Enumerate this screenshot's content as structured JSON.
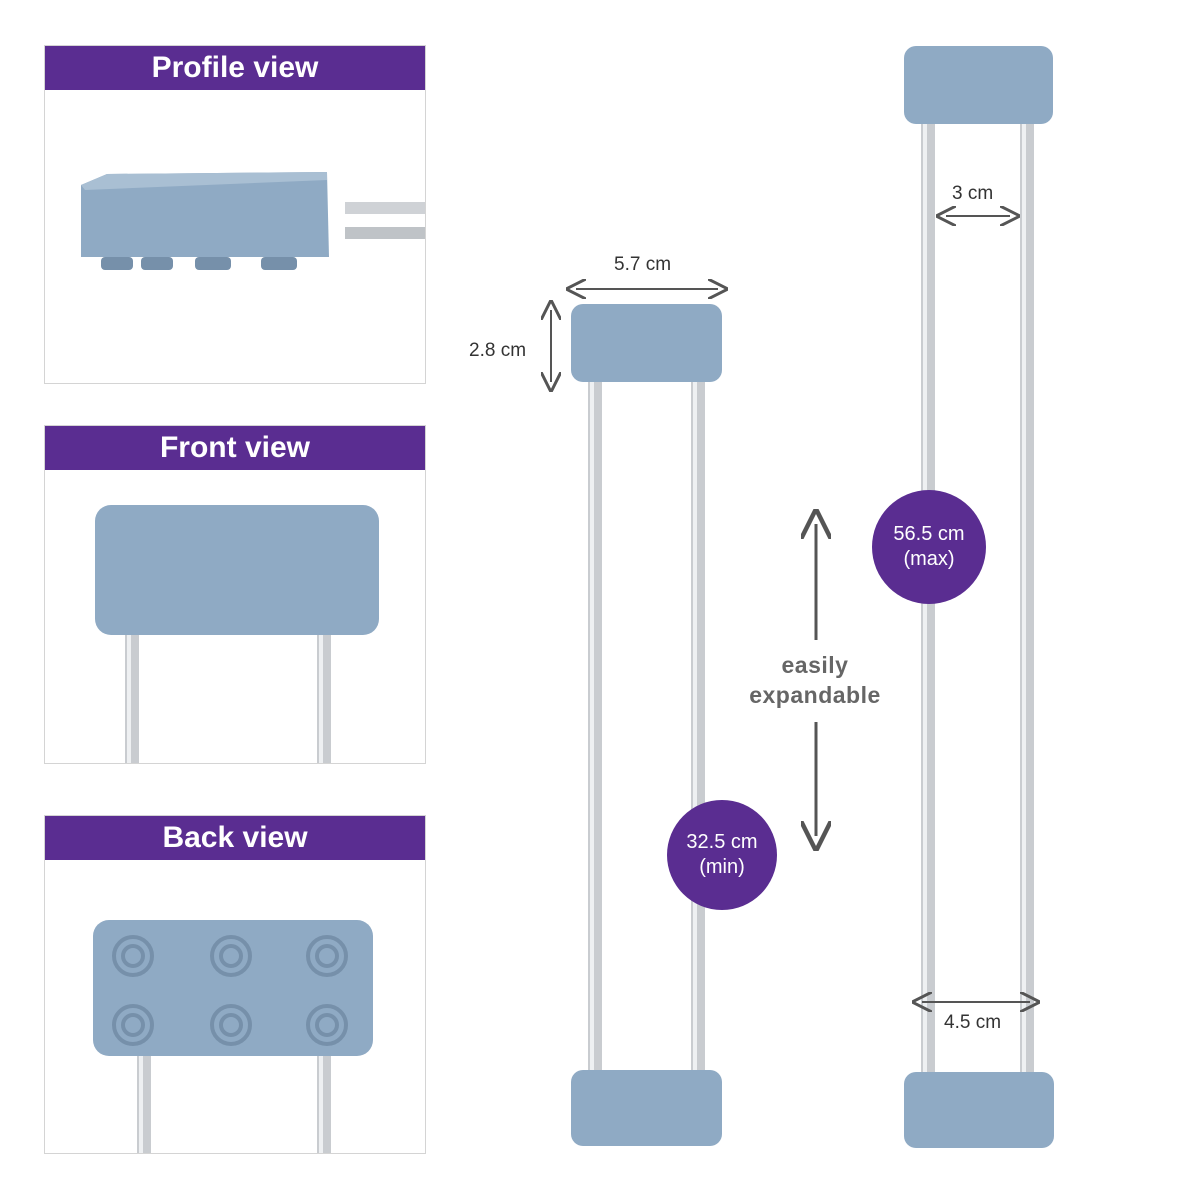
{
  "panels": [
    {
      "title": "Profile view"
    },
    {
      "title": "Front view"
    },
    {
      "title": "Back view"
    }
  ],
  "product": {
    "min": {
      "width_label": "5.7 cm",
      "height_label": "2.8 cm",
      "length_value": "32.5 cm",
      "length_qualifier": "(min)"
    },
    "max": {
      "gap_label": "3 cm",
      "width_label": "4.5 cm",
      "length_value": "56.5 cm",
      "length_qualifier": "(max)"
    },
    "expand_line1": "easily",
    "expand_line2": "expandable"
  },
  "colors": {
    "header_purple": "#5a2d91",
    "foot_blue": "#8faac4",
    "rod_silver": "#c9ccd0"
  }
}
